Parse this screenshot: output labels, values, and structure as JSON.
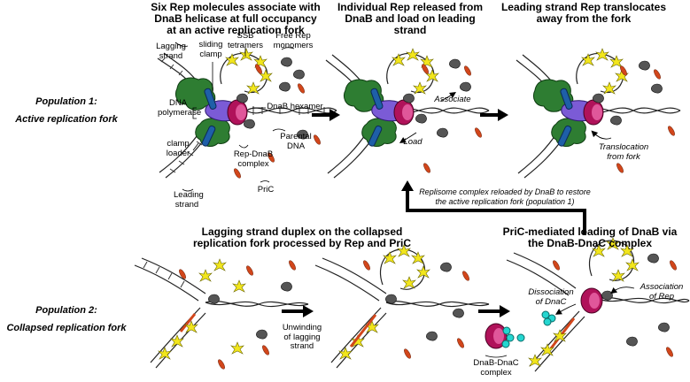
{
  "headings": {
    "panel1": "Six Rep molecules associate with DnaB helicase at full occupancy at an active replication fork",
    "panel2": "Individual Rep released from DnaB and load on leading strand",
    "panel3": "Leading strand Rep translocates away from the fork",
    "panel4": "Lagging strand duplex on the collapsed replication fork processed by Rep and PriC",
    "panel5": "PriC-mediated loading of DnaB via the DnaB-DnaC complex"
  },
  "populations": {
    "p1_title": "Population 1:",
    "p1_sub": "Active replication fork",
    "p2_title": "Population 2:",
    "p2_sub": "Collapsed replication fork"
  },
  "labels": {
    "lagging_strand": "Lagging strand",
    "sliding_clamp": "sliding clamp",
    "ssb_tetramers": "SSB tetramers",
    "free_rep": "Free Rep monomers",
    "dna_polymerase": "DNA polymerase",
    "dnab_hexamer": "DnaB hexamer",
    "parental_dna": "Parental DNA",
    "clamp_loader": "clamp loader",
    "rep_dnab": "Rep-DnaB complex",
    "leading_strand": "Leading strand",
    "pric": "PriC",
    "associate": "Associate",
    "load": "Load",
    "translocation": "Translocation from fork",
    "reload_note": "Replisome complex reloaded by DnaB to restore the active replication fork (population 1)",
    "unwinding": "Unwinding of lagging strand",
    "dnab_dnac": "DnaB-DnaC complex",
    "dissociation": "Dissociation of DnaC",
    "assoc_rep": "Association of Rep"
  },
  "colors": {
    "polymerase_green": "#2e7d32",
    "clamp_blue": "#1e5fa8",
    "dnab_magenta": "#b0125a",
    "ssb_yellow": "#f2e61c",
    "rep_grey": "#555555",
    "pric_orange": "#d2461b",
    "dnac_cyan": "#24d6d0",
    "polymerase_purple": "#7b5bd6"
  }
}
